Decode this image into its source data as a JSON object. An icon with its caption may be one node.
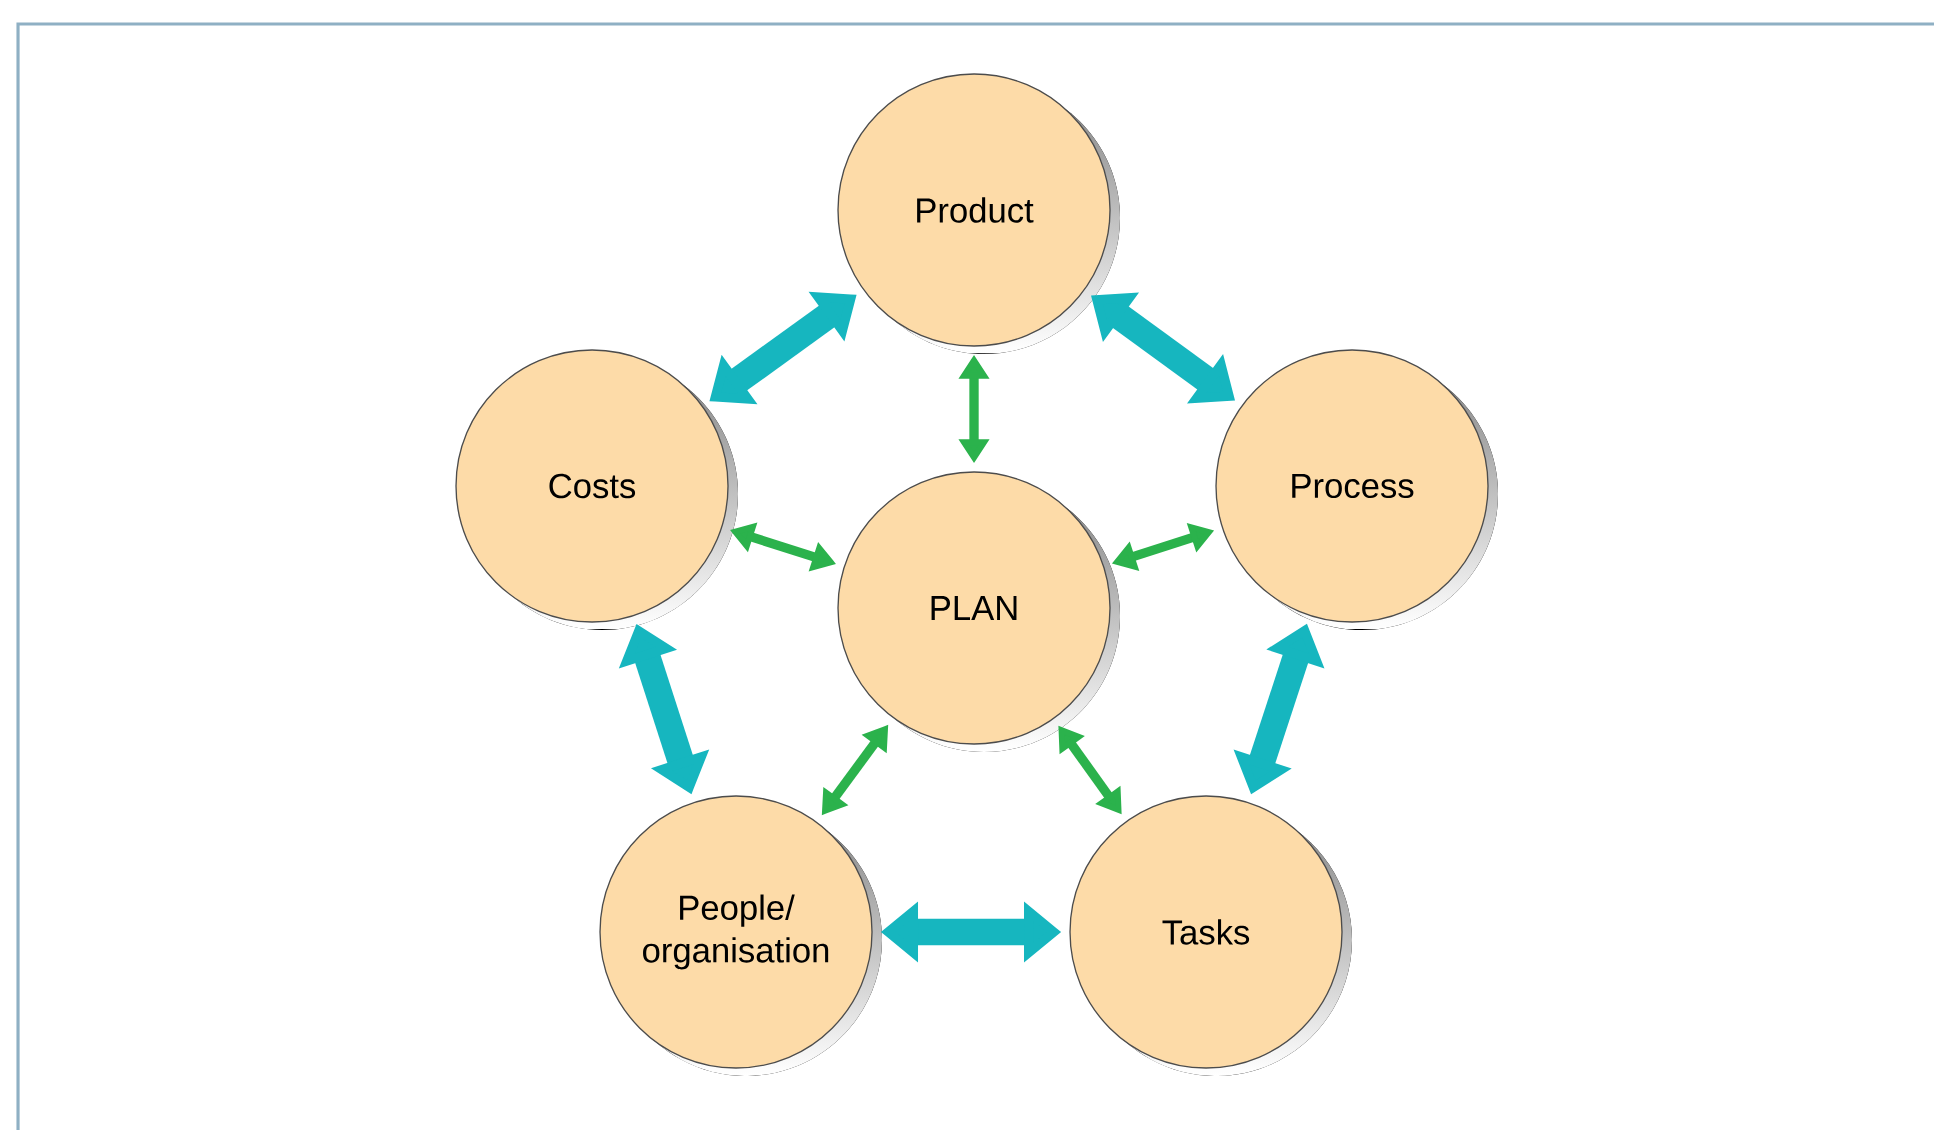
{
  "diagram": {
    "nodes": [
      {
        "text": [
          "Product"
        ]
      },
      {
        "text": [
          "Costs"
        ]
      },
      {
        "text": [
          "Process"
        ]
      },
      {
        "text": [
          "PLAN"
        ]
      },
      {
        "text": [
          "People/ organisation"
        ]
      },
      {
        "text": [
          "Tasks"
        ]
      }
    ],
    "edges": [
      {
        "from": 0,
        "to": 1,
        "arrow": "both",
        "style": "thick",
        "color": "#16b6bf"
      },
      {
        "from": 0,
        "to": 2,
        "arrow": "both",
        "style": "thick",
        "color": "#16b6bf"
      },
      {
        "from": 0,
        "to": 3,
        "arrow": "both",
        "color": "#2bb24c"
      },
      {
        "from": 1,
        "to": 3,
        "arrow": "both",
        "color": "#2bb24c"
      },
      {
        "from": 2,
        "to": 3,
        "arrow": "both",
        "color": "#2bb24c"
      },
      {
        "from": 1,
        "to": 4,
        "arrow": "both",
        "style": "thick",
        "color": "#16b6bf"
      },
      {
        "from": 2,
        "to": 5,
        "arrow": "both",
        "style": "thick",
        "color": "#16b6bf"
      },
      {
        "from": 3,
        "to": 4,
        "arrow": "both",
        "color": "#2bb24c"
      },
      {
        "from": 3,
        "to": 5,
        "arrow": "both",
        "color": "#2bb24c"
      },
      {
        "from": 4,
        "to": 5,
        "arrow": "both",
        "style": "thick",
        "color": "#16b6bf"
      }
    ]
  }
}
